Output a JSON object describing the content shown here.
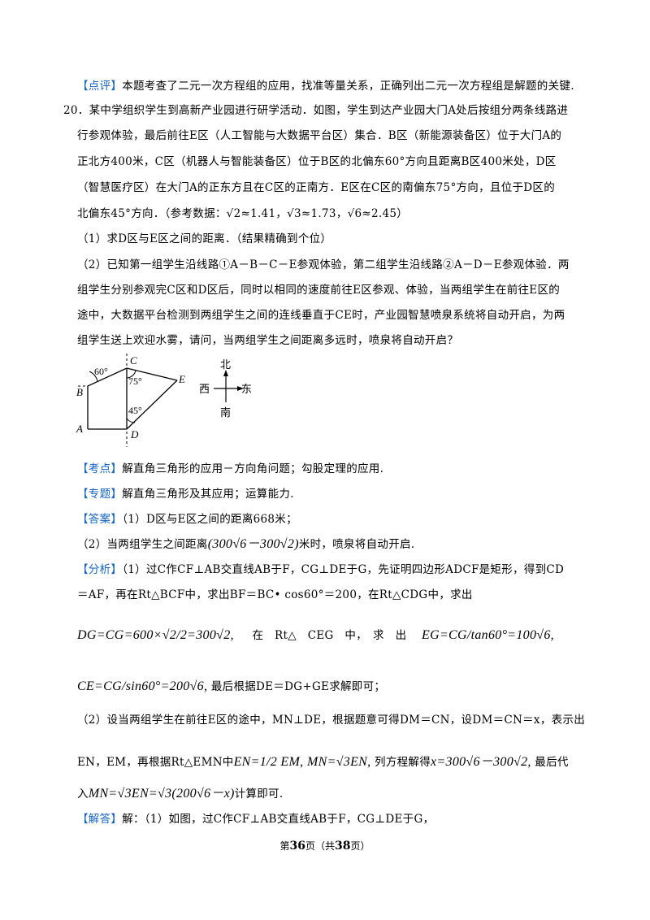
{
  "comment": {
    "tag": "【点评】",
    "text": "本题考查了二元一次方程组的应用，找准等量关系，正确列出二元一次方程组是解题的关键."
  },
  "problem": {
    "number": "20．",
    "lines": [
      "某中学组织学生到高新产业园进行研学活动．如图，学生到达产业园大门A处后按组分两条线路进",
      "行参观体验，最后前往E区（人工智能与大数据平台区）集合．B区（新能源装备区）位于大门A的",
      "正北方400米，C区（机器人与智能装备区）位于B区的北偏东60°方向且距离B区400米处，D区",
      "（智慧医疗区）在大门A的正东方且在C区的正南方．E区在C区的南偏东75°方向，且位于D区的",
      "北偏东45°方向．（参考数据：√2≈1.41，√3≈1.73，√6≈2.45）"
    ],
    "q1": "（1）求D区与E区之间的距离．（结果精确到个位）",
    "q2_lines": [
      "（2）已知第一组学生沿线路①A－B－C－E参观体验，第二组学生沿线路②A－D－E参观体验．两",
      "组学生分别参观完C区和D区后，同时以相同的速度前往E区参观、体验，当两组学生在前往E区的",
      "途中，大数据平台检测到两组学生之间的连线垂直于CE时，产业园智慧喷泉系统将自动开启，为两",
      "组学生送上欢迎水雾，请问，当两组学生之间距离多远时，喷泉将自动开启？"
    ]
  },
  "figure": {
    "labels": {
      "A": "A",
      "B": "B",
      "C": "C",
      "D": "D",
      "E": "E"
    },
    "angles": {
      "a60": "60°",
      "a75": "75°",
      "a45": "45°"
    },
    "compass": {
      "north": "北",
      "south": "南",
      "west": "西",
      "east": "东"
    }
  },
  "kaodian": {
    "tag": "【考点】",
    "text": "解直角三角形的应用－方向角问题；勾股定理的应用."
  },
  "zhuanti": {
    "tag": "【专题】",
    "text": "解直角三角形及其应用；运算能力."
  },
  "answer": {
    "tag": "【答案】",
    "line1": "（1）D区与E区之间的距离668米；",
    "line2_pre": "（2）当两组学生之间距离",
    "line2_expr": "(300√6－300√2)",
    "line2_post": "米时，喷泉将自动开启."
  },
  "analysis": {
    "tag": "【分析】",
    "line1": "（1）过C作CF⊥AB交直线AB于F，CG⊥DE于G，先证明四边形ADCF是矩形，得到CD",
    "line2": "＝AF，再在Rt△BCF中，求出BF＝BC• cos60°＝200，在Rt△CDG中，求出",
    "line3_expr": "DG=CG=600×√2/2=300√2,",
    "line3_mid": "在　Rt△　CEG　中，　求　出",
    "line3_expr2": "EG=CG/tan60°=100√6,",
    "line4_expr": "CE=CG/sin60°=200√6,",
    "line4_text": "最后根据DE＝DG+GE求解即可；",
    "line5": "（2）设当两组学生在前往E区的途中，MN⊥DE，根据题意可得DM＝CN，设DM＝CN＝x，表示出",
    "line6_pre": "EN，EM，再根据Rt△EMN中",
    "line6_expr1": "EN=1/2 EM,",
    "line6_expr2": "MN=√3EN,",
    "line6_mid": "列方程解得",
    "line6_expr3": "x=300√6－300√2,",
    "line6_post": "最后代",
    "line7_pre": "入",
    "line7_expr": "MN=√3EN=√3(200√6－x)",
    "line7_post": "计算即可."
  },
  "solution": {
    "tag": "【解答】",
    "text": "解：（1）如图，过C作CF⊥AB交直线AB于F，CG⊥DE于G，"
  },
  "footer": {
    "pre": "第",
    "page": "36",
    "mid": "页（共",
    "total": "38",
    "post": "页）"
  }
}
